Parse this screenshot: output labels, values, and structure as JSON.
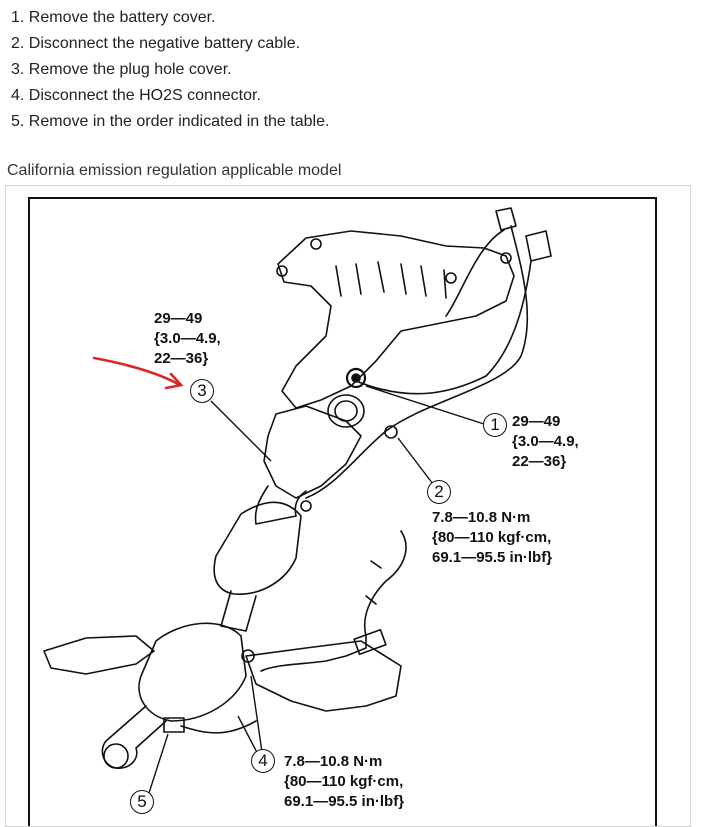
{
  "steps": [
    "1. Remove the battery cover.",
    "2. Disconnect the negative battery cable.",
    "3. Remove the plug hole cover.",
    "4. Disconnect the HO2S connector.",
    "5. Remove in the order indicated in the table."
  ],
  "subtitle": "California emission regulation applicable model",
  "figure": {
    "callouts": [
      {
        "num": "1",
        "lines": [
          "29—49",
          "{3.0—4.9,",
          "22—36}"
        ]
      },
      {
        "num": "2",
        "lines": [
          "7.8—10.8 N·m",
          "{80—110 kgf·cm,",
          "69.1—95.5 in·lbf}"
        ]
      },
      {
        "num": "3",
        "lines": [
          "29—49",
          "{3.0—4.9,",
          "22—36}"
        ]
      },
      {
        "num": "4",
        "lines": [
          "7.8—10.8 N·m",
          "{80—110 kgf·cm,",
          "69.1—95.5 in·lbf}"
        ]
      },
      {
        "num": "5",
        "lines": []
      }
    ],
    "arrow_color": "#d62a2a"
  }
}
